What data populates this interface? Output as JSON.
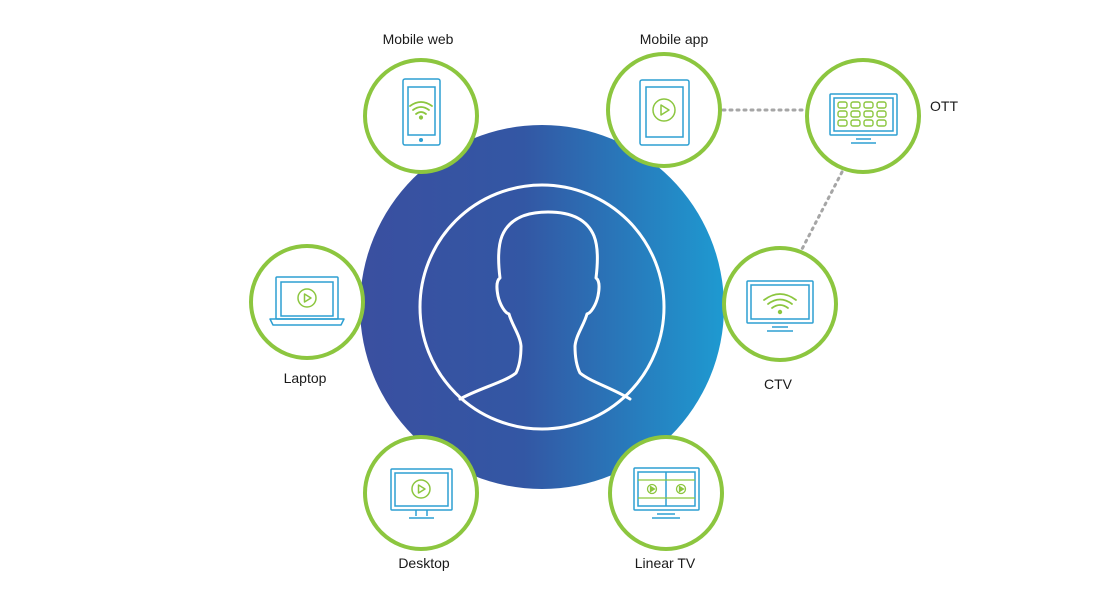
{
  "colors": {
    "ring_green": "#8cc63f",
    "device_blue": "#2d9fd2",
    "center_gradient_start": "#3a4fa0",
    "center_gradient_end": "#1e9ad1",
    "connector_gray": "#a6a6a6",
    "label_text": "#1a1a1a"
  },
  "center": {
    "icon": "person-silhouette-icon"
  },
  "devices": [
    {
      "key": "mobile_web",
      "label": "Mobile web",
      "icon": "smartphone-wifi-icon"
    },
    {
      "key": "mobile_app",
      "label": "Mobile app",
      "icon": "tablet-play-icon"
    },
    {
      "key": "ott",
      "label": "OTT",
      "icon": "tv-app-grid-icon"
    },
    {
      "key": "ctv",
      "label": "CTV",
      "icon": "tv-wifi-icon"
    },
    {
      "key": "linear_tv",
      "label": "Linear TV",
      "icon": "tv-split-play-icon"
    },
    {
      "key": "desktop",
      "label": "Desktop",
      "icon": "monitor-play-icon"
    },
    {
      "key": "laptop",
      "label": "Laptop",
      "icon": "laptop-play-icon"
    }
  ],
  "connections": [
    {
      "from": "mobile_app",
      "to": "ott",
      "style": "dotted"
    },
    {
      "from": "ott",
      "to": "ctv",
      "style": "dotted"
    }
  ]
}
